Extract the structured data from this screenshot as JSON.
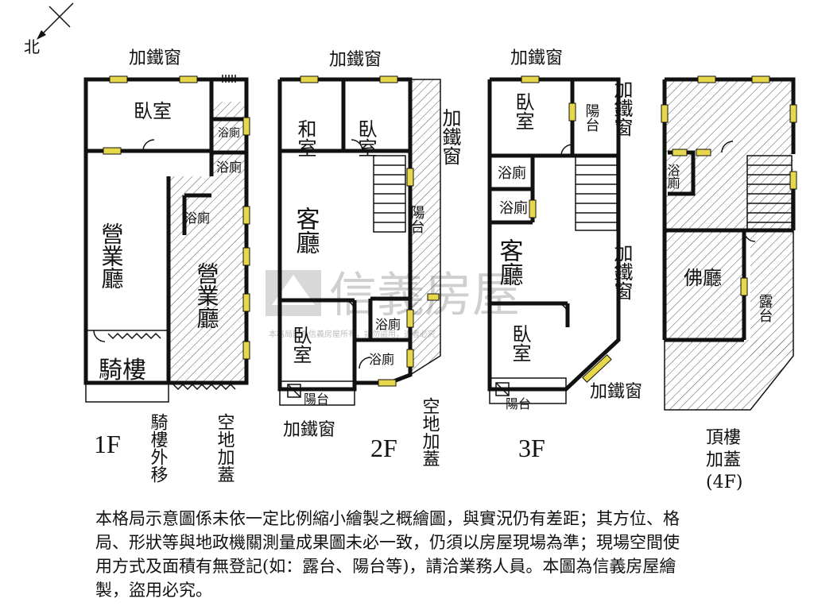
{
  "compass": {
    "north": "北"
  },
  "watermark": {
    "brand": "信義房屋",
    "small": "本格局圖為信義房屋所有，請勿盜用，違者必究"
  },
  "floor_1": {
    "floor_label": "1F",
    "window_label": "加鐵窗",
    "bedroom": "臥室",
    "bath_top": "浴廁",
    "bath_mid": "浴廁",
    "bath_low": "浴廁",
    "shop_left": "營業廳",
    "shop_right": "營業廳",
    "arcade": "騎樓",
    "arcade_out": "騎樓外移",
    "yard_cover": "空地加蓋"
  },
  "floor_2": {
    "floor_label": "2F",
    "window_top": "加鐵窗",
    "window_right": "加鐵窗",
    "window_bottom": "加鐵窗",
    "tatami": "和室",
    "bedroom_top": "臥室",
    "living": "客廳",
    "balcony_side": "陽台",
    "bedroom_bottom": "臥室",
    "bath_a": "浴廁",
    "bath_b": "浴廁",
    "balcony_front": "陽台",
    "yard_cover": "空地加蓋"
  },
  "floor_3": {
    "floor_label": "3F",
    "window_top": "加鐵窗",
    "window_right_top": "加鐵窗",
    "window_right_mid": "加鐵窗",
    "window_bottom": "加鐵窗",
    "bedroom_top": "臥室",
    "balcony_top": "陽台",
    "bath_a": "浴廁",
    "bath_b": "浴廁",
    "living": "客廳",
    "bedroom_bottom": "臥室",
    "balcony_front": "陽台"
  },
  "floor_4": {
    "bath": "浴廁",
    "shrine": "佛廳",
    "terrace": "露台",
    "caption_line1": "頂樓",
    "caption_line2": "加蓋",
    "caption_line3": "(4F)"
  },
  "disclaimer": "本格局示意圖係未依一定比例縮小繪製之概繪圖，與實況仍有差距；其方位、格局、形狀等與地政機關測量成果圖未必一致，仍須以房屋現場為準；現場空間使用方式及面積有無登記(如：露台、陽台等)，請洽業務人員。本圖為信義房屋繪製，盜用必究。"
}
